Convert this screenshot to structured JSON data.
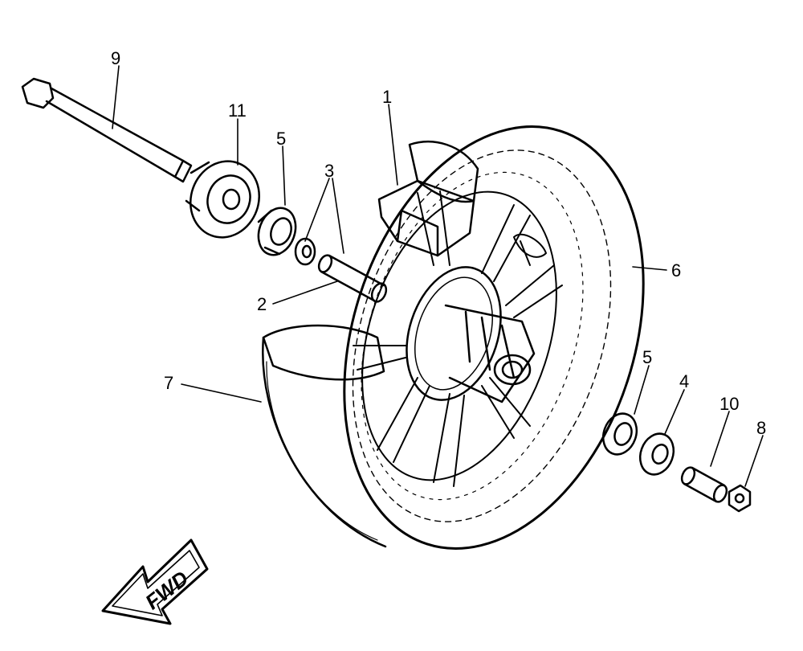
{
  "labels": {
    "p1": "1",
    "p2": "2",
    "p3": "3",
    "p4": "4",
    "p5a": "5",
    "p5b": "5",
    "p6": "6",
    "p7": "7",
    "p8": "8",
    "p9": "9",
    "p10": "10",
    "p11": "11"
  },
  "direction_arrow": {
    "text": "FWD"
  },
  "colors": {
    "ink": "#000000",
    "background": "#ffffff"
  }
}
